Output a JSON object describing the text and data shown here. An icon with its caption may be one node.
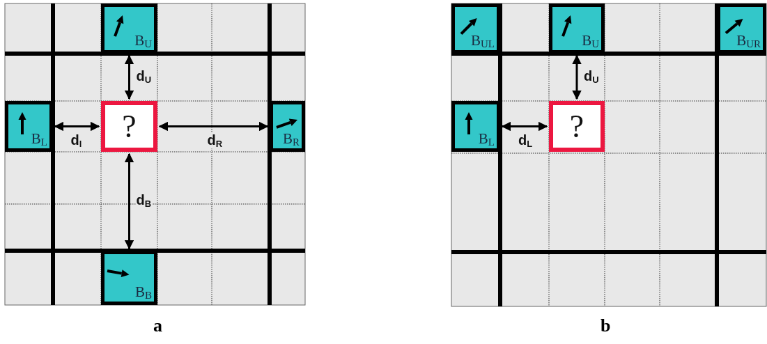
{
  "diagram": {
    "nodes": [
      {
        "text": [
          "B$_{U}$"
        ]
      },
      {
        "text": [
          "B$_{L}$"
        ]
      },
      {
        "text": [
          "?"
        ]
      },
      {
        "text": [
          "B$_{R}$"
        ]
      },
      {
        "text": [
          "B$_{B}$"
        ]
      },
      {
        "text": [
          "B$_{UL}$"
        ]
      },
      {
        "text": [
          "B$_{U}$"
        ]
      },
      {
        "text": [
          "B$_{UR}$"
        ]
      },
      {
        "text": [
          "B$_{L}$"
        ]
      },
      {
        "text": [
          "?"
        ]
      }
    ],
    "edges": [
      {
        "from": 0,
        "to": 2,
        "arrow": "both",
        "label": "d$_{U}$"
      },
      {
        "from": 1,
        "to": 2,
        "arrow": "both",
        "label": "d$_{l}$"
      },
      {
        "from": 2,
        "to": 3,
        "arrow": "both",
        "label": "d$_{R}$"
      },
      {
        "from": 2,
        "to": 4,
        "arrow": "both",
        "label": "d$_{B}$"
      },
      {
        "from": 6,
        "to": 9,
        "arrow": "both",
        "label": "d$_{U}$"
      },
      {
        "from": 8,
        "to": 9,
        "arrow": "both",
        "label": "d$_{L}$"
      }
    ],
    "labels": [
      "a",
      "b"
    ]
  }
}
